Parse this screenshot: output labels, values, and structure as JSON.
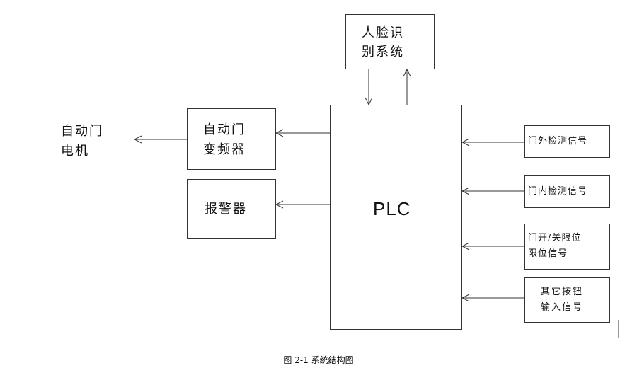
{
  "nodes": {
    "face": {
      "line1": "人脸识",
      "line2": "别系统"
    },
    "motor": {
      "line1": "自动门",
      "line2": "电机"
    },
    "vfd": {
      "line1": "自动门",
      "line2": "变频器"
    },
    "alarm": {
      "line1": "报警器"
    },
    "plc": {
      "line1": "PLC"
    },
    "outer_sensor": {
      "line1": "门外检测信号"
    },
    "inner_sensor": {
      "line1": "门内检测信号"
    },
    "limit": {
      "line1": "门开/关限位",
      "line2": "限位信号"
    },
    "buttons": {
      "line1": "其它按钮",
      "line2": "输入信号"
    }
  },
  "caption": "图 2-1 系统结构图"
}
